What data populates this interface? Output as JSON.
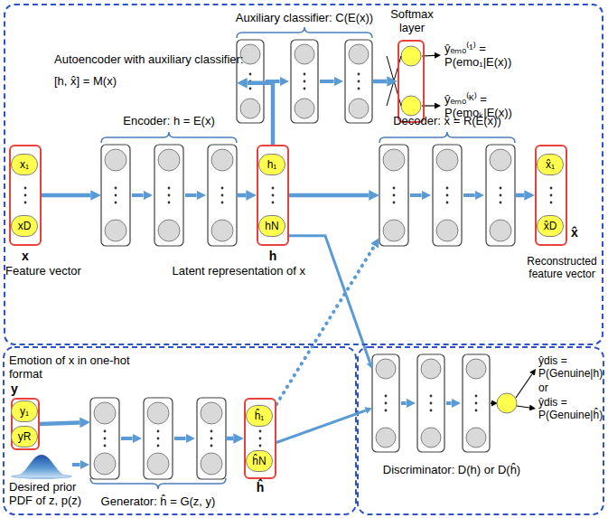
{
  "diagram": {
    "nodes": [
      {
        "text": [
          "Autoencoder with auxiliary classifier:",
          "[h, x̂] = M(x)"
        ]
      },
      {
        "text": [
          "Auxiliary classifier: C(E(x))"
        ],
        "in": 0
      },
      {
        "text": [
          "Softmax layer"
        ],
        "in": 0
      },
      {
        "text": [
          "Encoder: h = E(x)"
        ],
        "in": 0
      },
      {
        "text": [
          "x",
          "Feature vector"
        ],
        "in": 0
      },
      {
        "text": [
          "x₁"
        ],
        "in": 4
      },
      {
        "text": [
          "xD"
        ],
        "in": 4
      },
      {
        "text": [
          "h",
          "Latent representation of x"
        ],
        "in": 0
      },
      {
        "text": [
          "h₁"
        ],
        "in": 7
      },
      {
        "text": [
          "hN"
        ],
        "in": 7
      },
      {
        "text": [
          "Decoder: x̂ = R(E(x))"
        ],
        "in": 0
      },
      {
        "text": [
          "x̂",
          "Reconstructed feature vector"
        ],
        "in": 0
      },
      {
        "text": [
          "x̂₁"
        ],
        "in": 11
      },
      {
        "text": [
          "x̂D"
        ],
        "in": 11
      },
      {
        "text": [
          "Emotion of x in one-hot format",
          "y"
        ]
      },
      {
        "text": [
          "y₁"
        ],
        "in": 14
      },
      {
        "text": [
          "yR"
        ],
        "in": 14
      },
      {
        "text": [
          "Generator: ĥ = G(z, y)"
        ]
      },
      {
        "text": [
          "ĥ"
        ]
      },
      {
        "text": [
          "ĥ₁"
        ],
        "in": 18
      },
      {
        "text": [
          "ĥN"
        ],
        "in": 18
      },
      {
        "text": [
          "Discriminator: D(h) or D(ĥ)"
        ]
      }
    ],
    "edges": [
      {
        "from": 4,
        "to": 3,
        "arrow": "to"
      },
      {
        "from": 3,
        "to": 7,
        "arrow": "to"
      },
      {
        "from": 7,
        "to": 1,
        "arrow": "to"
      },
      {
        "from": 1,
        "to": 2,
        "arrow": "to"
      },
      {
        "from": 7,
        "to": 10,
        "arrow": "to"
      },
      {
        "from": 10,
        "to": 11,
        "arrow": "to"
      },
      {
        "from": 7,
        "to": 21,
        "arrow": "to"
      },
      {
        "from": 14,
        "to": 17,
        "arrow": "to"
      },
      {
        "from": 17,
        "to": 18,
        "arrow": "to"
      },
      {
        "from": 18,
        "to": 10,
        "arrow": "to"
      },
      {
        "from": 18,
        "to": 21,
        "arrow": "to"
      }
    ],
    "labels": [
      "ŷₑₘₒ⁽¹⁾ = P(emo₁|E(x))",
      "ŷₑₘₒ⁽ᴷ⁾ = P(emoₖ|E(x))",
      "ŷdis = P(Genuine|h)",
      "or",
      "ŷdis = P(Genuine|ĥ)",
      "Desired prior PDF of z, p(z)"
    ]
  }
}
